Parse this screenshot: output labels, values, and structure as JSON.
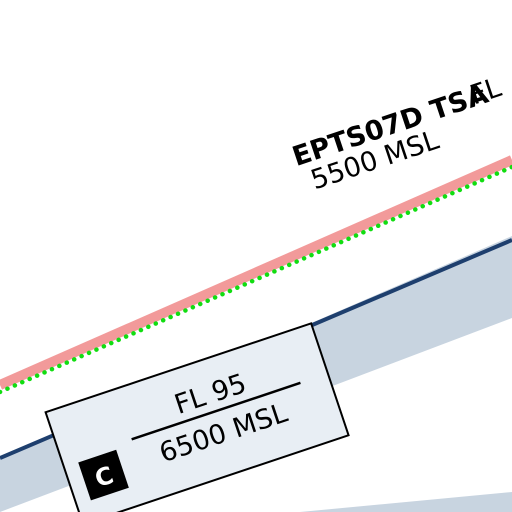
{
  "tsa": {
    "name": "EPTS07D TSA",
    "lower_limit": "5500 MSL",
    "upper_prefix": "FL"
  },
  "ctr": {
    "class": "C",
    "upper": "FL 95",
    "lower": "6500 MSL"
  },
  "colors": {
    "tsa_border": "#f29a9a",
    "tsa_dots": "#11dd11",
    "ctr_border": "#1e3f6e",
    "ctr_fill": "#c8d4e0",
    "label_box": "#e8eef4",
    "class_badge": "#000000"
  }
}
